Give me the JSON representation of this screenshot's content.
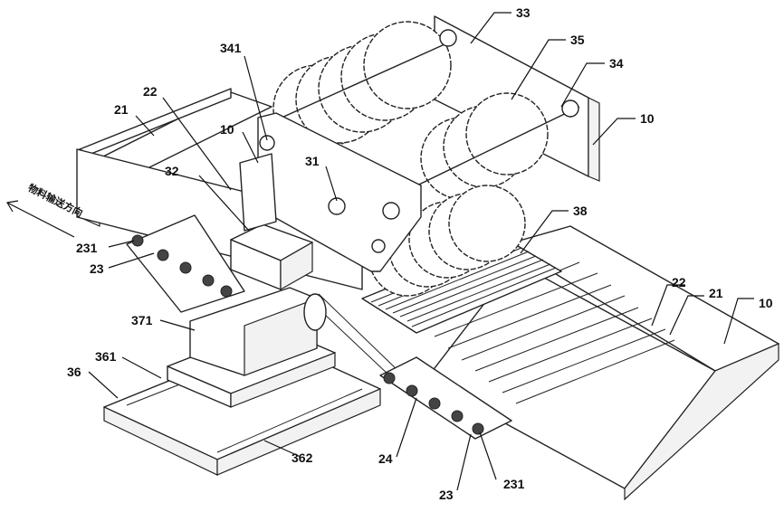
{
  "direction_label": "物料输送方向",
  "labels": {
    "l33": "33",
    "l35": "35",
    "l34": "34",
    "l10a": "10",
    "l341": "341",
    "l22a": "22",
    "l21a": "21",
    "l10b": "10",
    "l31": "31",
    "l32": "32",
    "l38": "38",
    "l231a": "231",
    "l23a": "23",
    "l22b": "22",
    "l21b": "21",
    "l10c": "10",
    "l371": "371",
    "l361": "361",
    "l36": "36",
    "l24": "24",
    "l362": "362",
    "l23b": "23",
    "l231b": "231"
  },
  "colors": {
    "line": "#111111",
    "fill": "#ffffff",
    "shade": "#f2f2f2"
  }
}
